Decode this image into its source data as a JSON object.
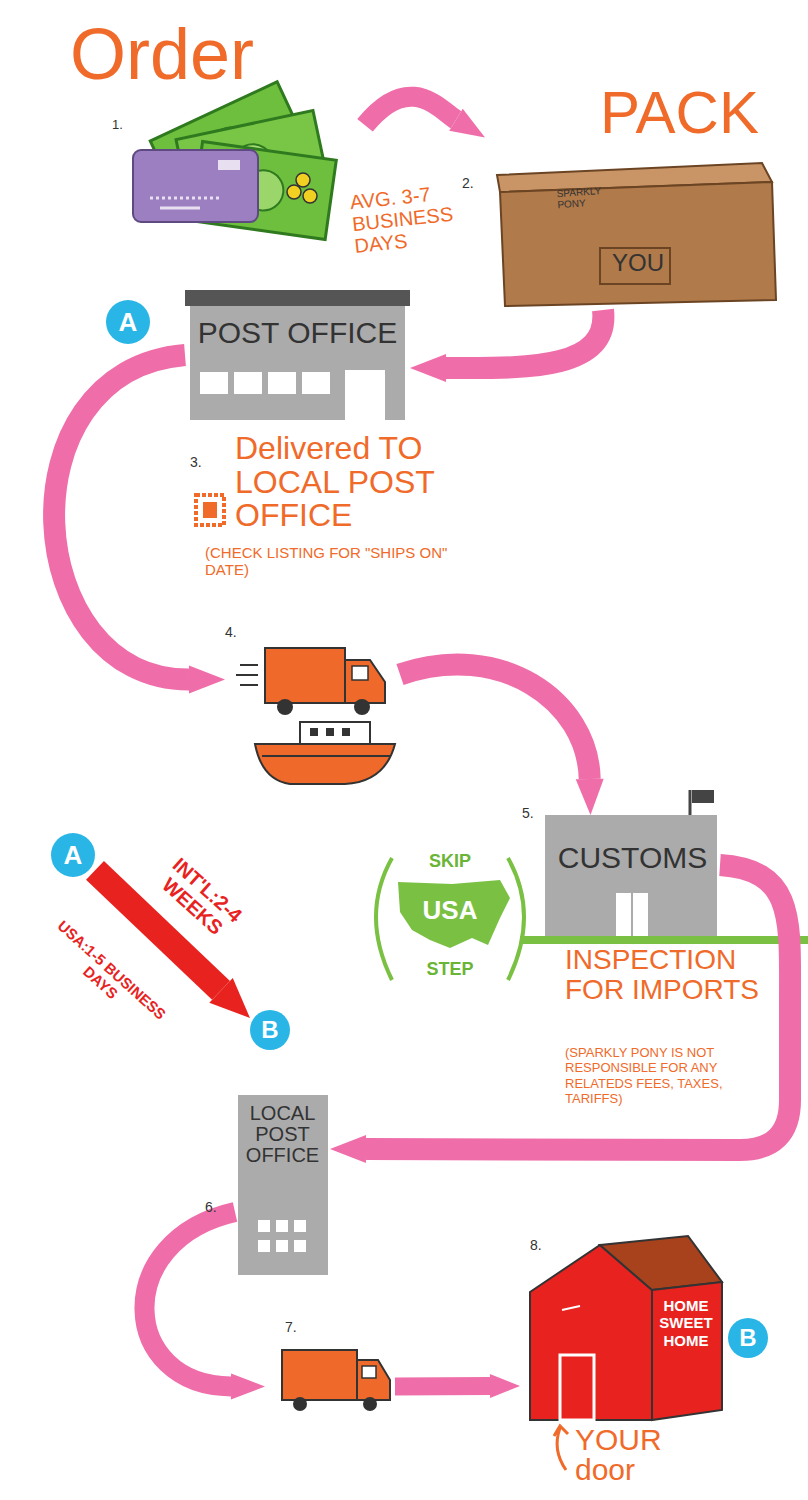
{
  "diagram": {
    "nodes": [
      {
        "text": [
          "Order"
        ]
      },
      {
        "text": [
          "PACK",
          "SPARKLY PONY",
          "YOU"
        ]
      },
      {
        "text": [
          "A"
        ]
      },
      {
        "text": [
          "POST OFFICE"
        ]
      },
      {
        "text": [
          "4."
        ]
      },
      {
        "text": [
          "CUSTOMS"
        ]
      },
      {
        "text": [
          "LOCAL POST OFFICE"
        ]
      },
      {
        "text": [
          "7."
        ]
      },
      {
        "text": [
          "HOME SWEET HOME"
        ]
      },
      {
        "text": [
          "B"
        ]
      },
      {
        "text": [
          "A"
        ]
      },
      {
        "text": [
          "B"
        ]
      },
      {
        "text": [
          "SKIP",
          "USA",
          "STEP"
        ]
      }
    ],
    "edges": [
      {
        "from": 0,
        "to": 1,
        "arrow": "to"
      },
      {
        "from": 1,
        "to": 3,
        "arrow": "to"
      },
      {
        "from": 3,
        "to": 4,
        "arrow": "to"
      },
      {
        "from": 4,
        "to": 5,
        "arrow": "to"
      },
      {
        "from": 5,
        "to": 6,
        "arrow": "to"
      },
      {
        "from": 6,
        "to": 7,
        "arrow": "to"
      },
      {
        "from": 7,
        "to": 8,
        "arrow": "to"
      },
      {
        "from": 10,
        "to": 11,
        "arrow": "to"
      }
    ],
    "labels": [
      "1.",
      "2.",
      "AVG. 3-7 BUSINESS DAYS",
      "3.",
      "Delivered TO LOCAL POST OFFICE",
      "(CHECK LISTING FOR \"SHIPS ON\" DATE)",
      "5.",
      "INSPECTION FOR IMPORTS",
      "(SPARKLY PONY IS NOT RESPONSIBLE FOR ANY RELATEDS FEES, TAXES, TARIFFS)",
      "INT'L:2-4 WEEKS",
      "USA:1-5 BUSINESS DAYS",
      "6.",
      "8.",
      "YOUR door"
    ]
  }
}
